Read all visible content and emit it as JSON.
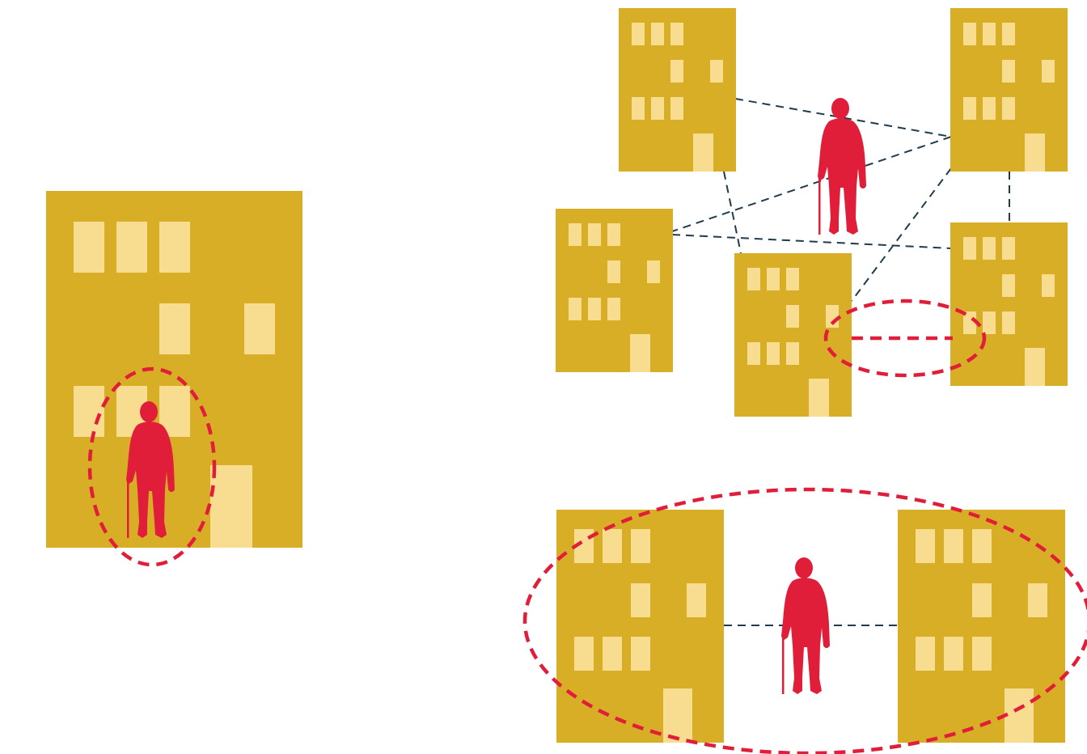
{
  "colors": {
    "building": "#d9ae27",
    "window": "#f8dc8f",
    "person": "#e01e3a",
    "link": "#1f3b4d",
    "ring": "#e01e3a",
    "background": "#ffffff"
  },
  "icons": {
    "building": "apartment-building-icon",
    "person": "elderly-person-with-cane-icon"
  },
  "panels": [
    {
      "name": "single-building-panel",
      "description_visible_text": ""
    },
    {
      "name": "building-network-panel",
      "description_visible_text": ""
    },
    {
      "name": "two-buildings-panel",
      "description_visible_text": ""
    }
  ]
}
